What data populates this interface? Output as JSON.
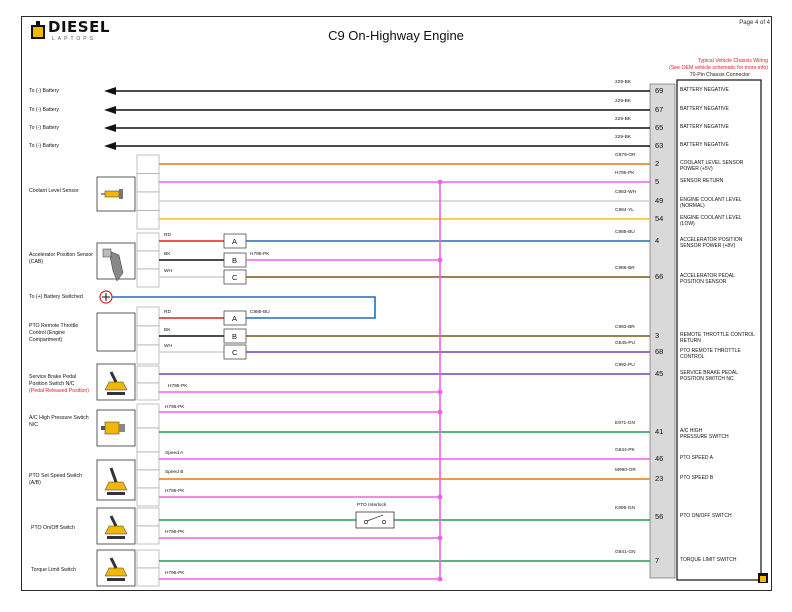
{
  "header": {
    "brand": "DIESEL",
    "brand_sub": "LAPTOPS",
    "title": "C9 On-Highway Engine",
    "page": "Page 4 of 4"
  },
  "connector": {
    "note_line1": "Typical Vehicle Chassis Wiring",
    "note_line2": "(See OEM vehicle schematic for more info)",
    "name": "70-Pin Chassis Connector",
    "pins": [
      {
        "pin": "69",
        "wire": "229-BK",
        "desc": [
          "BATTERY NEGATIVE"
        ]
      },
      {
        "pin": "67",
        "wire": "229-BK",
        "desc": [
          "BATTERY NEGATIVE"
        ]
      },
      {
        "pin": "65",
        "wire": "229-BK",
        "desc": [
          "BATTERY NEGATIVE"
        ]
      },
      {
        "pin": "63",
        "wire": "229-BK",
        "desc": [
          "BATTERY NEGATIVE"
        ]
      },
      {
        "pin": "2",
        "wire": "G879-OR",
        "desc": [
          "COOLANT LEVEL SENSOR",
          "POWER (+5V)"
        ]
      },
      {
        "pin": "5",
        "wire": "H795-PK",
        "desc": [
          "SENSOR RETURN"
        ]
      },
      {
        "pin": "49",
        "wire": "C983-WH",
        "desc": [
          "ENGINE COOLANT LEVEL",
          "(NORMAL)"
        ]
      },
      {
        "pin": "54",
        "wire": "C984-YL",
        "desc": [
          "ENGINE COOLANT LEVEL",
          "(LOW)"
        ]
      },
      {
        "pin": "4",
        "wire": "C985-BU",
        "desc": [
          "ACCELERATOR POSITION",
          "SENSOR POWER (+8V)"
        ]
      },
      {
        "pin": "66",
        "wire": "C986-BR",
        "desc": [
          "ACCELERATOR PEDAL",
          "POSITION SENSOR"
        ]
      },
      {
        "pin": "3",
        "wire": "C993-BR",
        "desc": [
          "REMOTE THROTTLE CONTROL",
          "RETURN"
        ]
      },
      {
        "pin": "68",
        "wire": "G845-PU",
        "desc": [
          "PTO REMOTE THROTTLE",
          "CONTROL"
        ]
      },
      {
        "pin": "45",
        "wire": "C992-PU",
        "desc": [
          "SERVICE BRAKE PEDAL",
          "POSITION SWITCH NC"
        ]
      },
      {
        "pin": "41",
        "wire": "E971-GN",
        "desc": [
          "A/C HIGH",
          "PRESSURE SWITCH"
        ]
      },
      {
        "pin": "46",
        "wire": "G844-PK",
        "desc": [
          "PTO SPEED A"
        ]
      },
      {
        "pin": "23",
        "wire": "M990-OR",
        "desc": [
          "PTO SPEED B"
        ]
      },
      {
        "pin": "56",
        "wire": "K999-GN",
        "desc": [
          "PTO ON/OFF SWITCH"
        ]
      },
      {
        "pin": "7",
        "wire": "G841-GN",
        "desc": [
          "TORQUE LIMIT SWITCH"
        ]
      }
    ]
  },
  "battery_rows": [
    {
      "label": "To (-) Battery"
    },
    {
      "label": "To (-) Battery"
    },
    {
      "label": "To (-) Battery"
    },
    {
      "label": "To (-) Battery"
    }
  ],
  "components": {
    "coolant": {
      "label": [
        "Coolant Level Sensor"
      ]
    },
    "accel": {
      "label": [
        "Accelerator Position Sensor",
        "(CAB)"
      ],
      "wires": [
        "RD",
        "BK",
        "WH"
      ],
      "pins": [
        "A",
        "B",
        "C"
      ],
      "return_wire": "H795-PK"
    },
    "battery_switched": {
      "label": [
        "To (+) Battery Switched"
      ]
    },
    "pto_throttle": {
      "label": [
        "PTO Remote Throttle",
        "Control (Engine",
        "Compartment)"
      ],
      "wires": [
        "RD",
        "BK",
        "WH"
      ],
      "pins": [
        "A",
        "B",
        "C"
      ],
      "supply_wire": "C985-BU"
    },
    "brake": {
      "label": [
        "Service Brake Pedal",
        "Position Switch N/C"
      ],
      "note": "(Pedal Released Position)",
      "wire": "H795-PK"
    },
    "ac": {
      "label": [
        "A/C High Pressure Switch",
        "N/C"
      ],
      "wire": "H795-PK"
    },
    "pto_speed": {
      "label": [
        "PTO Set Speed Switch",
        "(A/B)"
      ],
      "wires": [
        "Speed A",
        "Speed B",
        "H795-PK"
      ]
    },
    "pto_onoff": {
      "label": [
        "PTO On/Off Switch"
      ],
      "wire": "H795-PK",
      "interlock": "PTO Interlock"
    },
    "torque": {
      "label": [
        "Torque Limit Switch"
      ],
      "wire": "H795-PK"
    }
  },
  "colors": {
    "black": "#111111",
    "orange": "#e07b16",
    "pink": "#f060e8",
    "white_wire": "#cfcfcf",
    "yellow": "#f2c21a",
    "blue": "#1f6fc2",
    "brown": "#7a5a10",
    "red": "#e02020",
    "purple": "#7b3fb0",
    "green": "#1e9e58"
  }
}
